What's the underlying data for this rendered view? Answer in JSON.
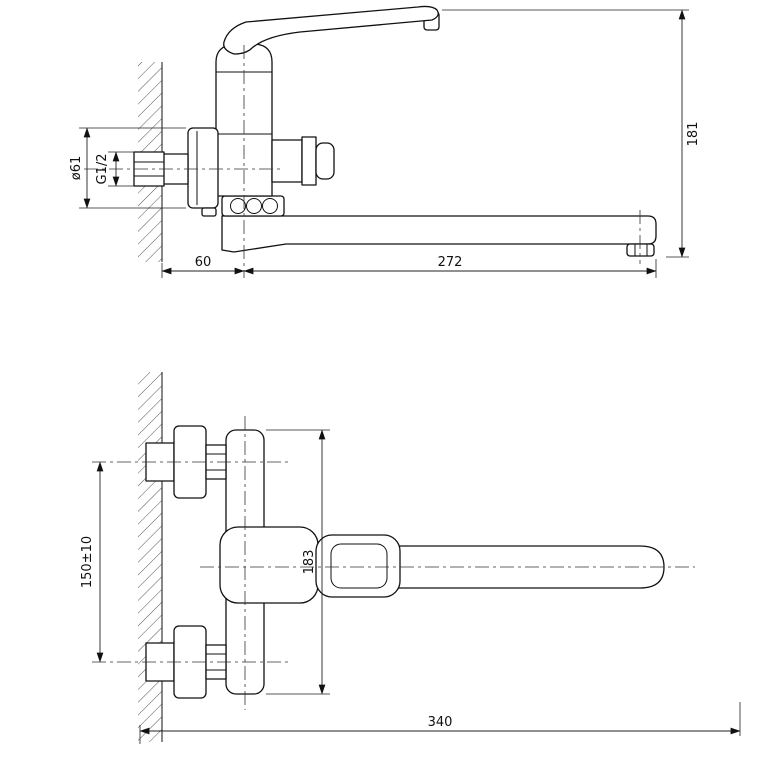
{
  "colors": {
    "line": "#111111",
    "background": "#ffffff",
    "hatch": "#555555"
  },
  "views": {
    "side": {
      "label_diameter": "ø61",
      "label_thread": "G1/2",
      "label_height": "181",
      "label_wall_offset": "60",
      "label_spout_reach": "272"
    },
    "front": {
      "label_inlet_spacing": "150±10",
      "label_body_height": "183",
      "label_total_reach": "340"
    }
  }
}
